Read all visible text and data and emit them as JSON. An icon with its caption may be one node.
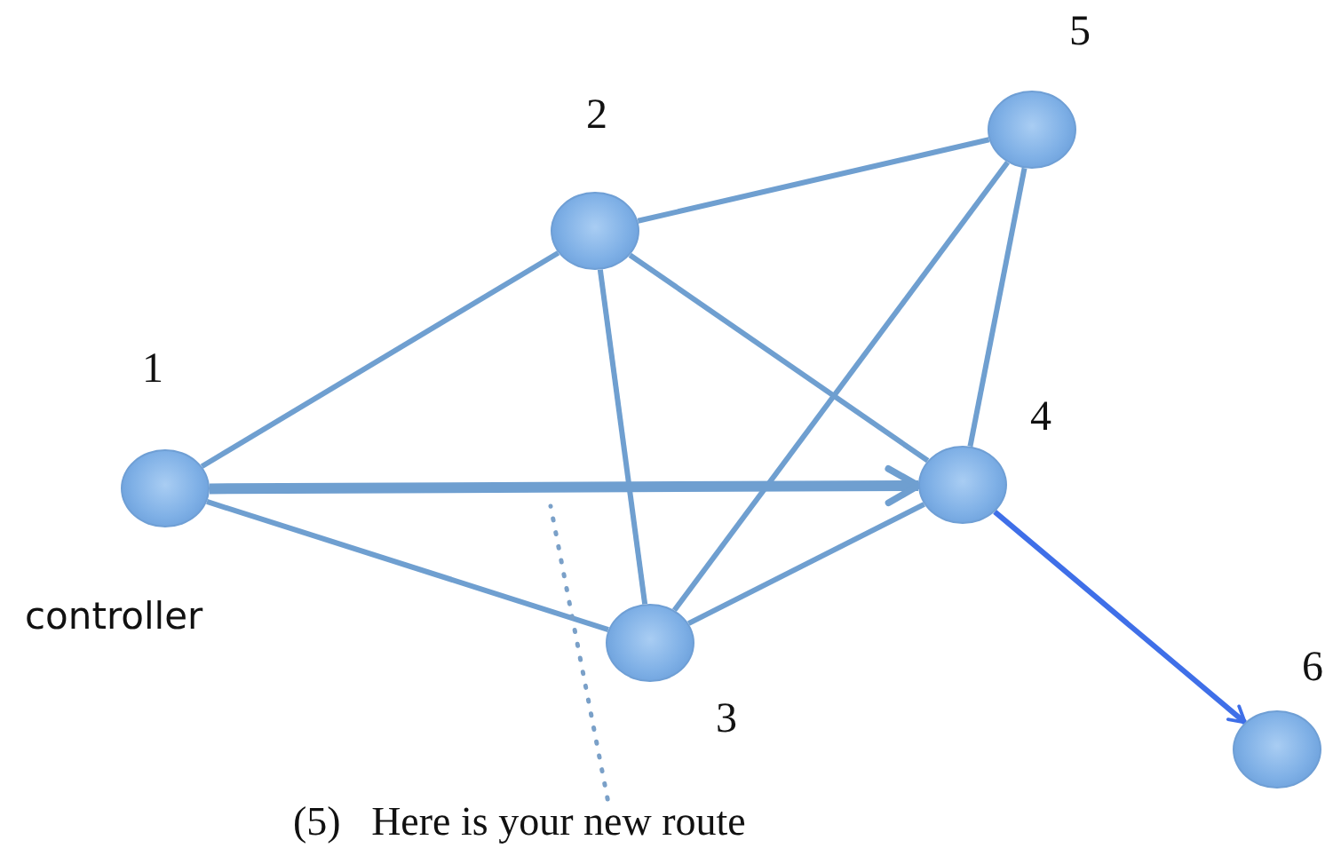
{
  "diagram": {
    "nodes": [
      {
        "text": [],
        "shape": "circle",
        "beside": [
          "1",
          "controller"
        ]
      },
      {
        "text": [],
        "shape": "circle",
        "beside": [
          "2"
        ]
      },
      {
        "text": [],
        "shape": "circle",
        "beside": [
          "3"
        ]
      },
      {
        "text": [],
        "shape": "circle",
        "beside": [
          "4"
        ]
      },
      {
        "text": [],
        "shape": "circle",
        "beside": [
          "5"
        ]
      },
      {
        "text": [],
        "shape": "circle",
        "beside": [
          "6"
        ]
      },
      {
        "text": [
          "(5)   Here is your new route"
        ]
      }
    ],
    "edges": [
      {
        "from": 0,
        "to": 1,
        "arrow": "none"
      },
      {
        "from": 0,
        "to": 2,
        "arrow": "none"
      },
      {
        "from": 1,
        "to": 4,
        "arrow": "none"
      },
      {
        "from": 1,
        "to": 2,
        "arrow": "none"
      },
      {
        "from": 1,
        "to": 3,
        "arrow": "none"
      },
      {
        "from": 2,
        "to": 3,
        "arrow": "none"
      },
      {
        "from": 2,
        "to": 4,
        "arrow": "none"
      },
      {
        "from": 4,
        "to": 3,
        "arrow": "none"
      },
      {
        "from": 0,
        "to": 3,
        "arrow": "to",
        "style": "thick"
      },
      {
        "from": 3,
        "to": 5,
        "arrow": "to",
        "color": "#3f6fe8"
      },
      {
        "from": 6,
        "to": null,
        "arrow": "none",
        "style": "dashed"
      }
    ]
  }
}
